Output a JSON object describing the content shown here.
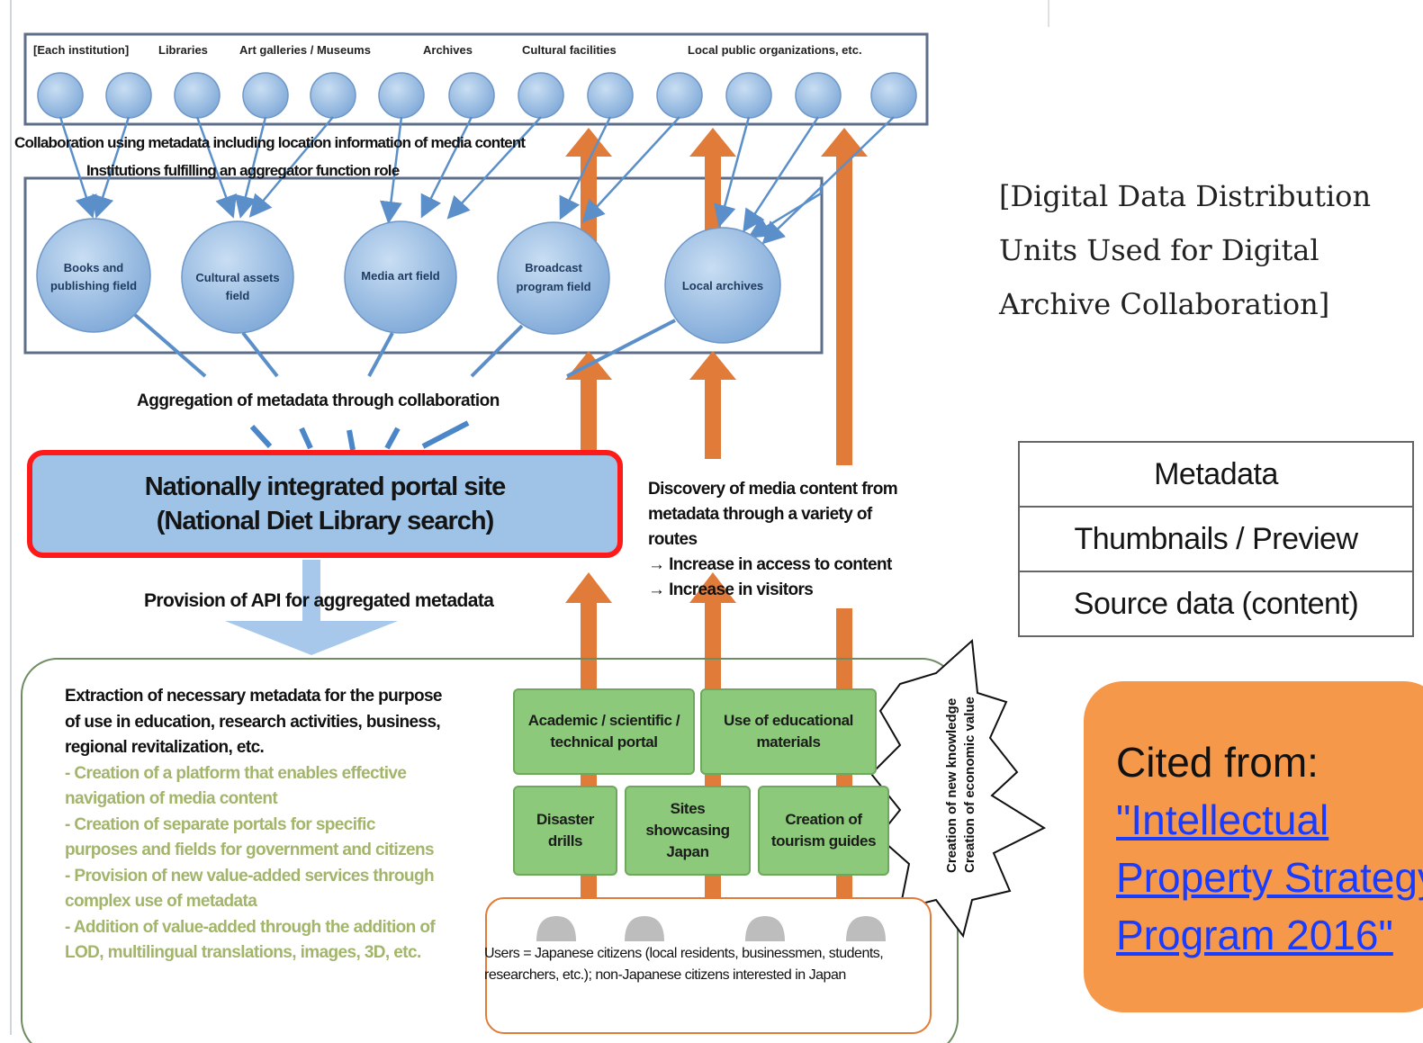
{
  "institutions_label": "[Each institution]",
  "institution_types": [
    "Libraries",
    "Art galleries / Museums",
    "Archives",
    "Cultural facilities",
    "Local public organizations, etc."
  ],
  "collaboration_text": "Collaboration using metadata including location information of media content",
  "aggregator_text": "Institutions fulfilling an aggregator function role",
  "fields": [
    {
      "line1": "Books and",
      "line2": "publishing field"
    },
    {
      "line1": "Cultural assets",
      "line2": "field"
    },
    {
      "line1": "Media art field",
      "line2": ""
    },
    {
      "line1": "Broadcast",
      "line2": "program field"
    },
    {
      "line1": "Local archives",
      "line2": ""
    }
  ],
  "aggregation_text": "Aggregation of metadata through collaboration",
  "portal": {
    "line1": "Nationally integrated portal site",
    "line2": "(National Diet Library search)"
  },
  "api_text": "Provision of API for aggregated metadata",
  "discovery": {
    "line1": "Discovery of media content from",
    "line2": "metadata through a variety of",
    "line3": "routes",
    "line4": "→ Increase in access to content",
    "line5": "→ Increase in visitors"
  },
  "extraction": {
    "main": "Extraction of necessary metadata for the purpose of use in education, research activities, business, regional revitalization, etc.",
    "items": [
      "- Creation of a platform that enables effective navigation of media content",
      "- Creation of separate portals for specific purposes and fields for government and citizens",
      "- Provision of new value-added services through complex use of metadata",
      "- Addition of value-added through the addition of LOD, multilingual translations, images, 3D, etc."
    ]
  },
  "uses": {
    "academic": "Academic / scientific / technical portal",
    "educational": "Use of educational materials",
    "disaster": "Disaster drills",
    "sites": "Sites showcasing Japan",
    "tourism": "Creation of tourism guides"
  },
  "creation_label_1": "Creation of new knowledge",
  "creation_label_2": "Creation of economic value",
  "users_text": "Users = Japanese citizens (local residents, businessmen, students, researchers, etc.); non-Japanese citizens interested in Japan",
  "title": "[Digital Data Distribution Units Used for Digital Archive Collaboration]",
  "units": [
    "Metadata",
    "Thumbnails / Preview",
    "Source data (content)"
  ],
  "cite": {
    "prefix": "Cited from:",
    "link_line1": "\"Intellectual",
    "link_line2": "Property Strategy",
    "link_line3": "Program 2016\""
  },
  "colors": {
    "node_fill": "#8fb6e0",
    "arrow_orange": "#e07b39",
    "portal_fill": "#9ec3e6",
    "portal_border": "#ff1a1a",
    "green_box": "#8cc97a",
    "cite_bg": "#f59849"
  }
}
